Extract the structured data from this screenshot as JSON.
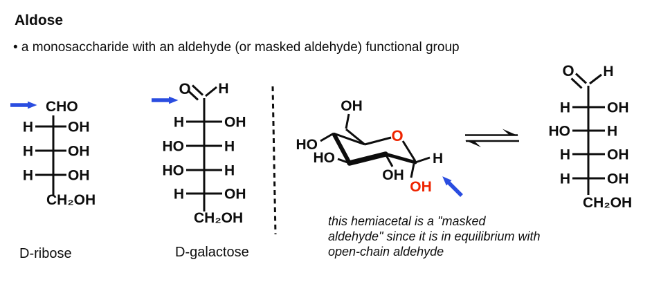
{
  "header": {
    "title": "Aldose",
    "bullet": "• a monosaccharide with an aldehyde (or masked aldehyde) functional group"
  },
  "colors": {
    "arrow_blue": "#2a4de0",
    "hemiacetal_red": "#ee2400",
    "ink": "#0d0d0d"
  },
  "structures": {
    "ribose": {
      "name": "D-ribose",
      "top_group": "CHO",
      "bottom_group": "CH₂OH",
      "rows": [
        {
          "left": "H",
          "right": "OH"
        },
        {
          "left": "H",
          "right": "OH"
        },
        {
          "left": "H",
          "right": "OH"
        }
      ]
    },
    "galactose": {
      "name": "D-galactose",
      "carbonyl_o": "O",
      "carbonyl_h": "H",
      "bottom_group": "CH₂OH",
      "rows": [
        {
          "left": "H",
          "right": "OH"
        },
        {
          "left": "HO",
          "right": "H"
        },
        {
          "left": "HO",
          "right": "H"
        },
        {
          "left": "H",
          "right": "OH"
        }
      ]
    },
    "pyranose_ring": {
      "c6_oh": "OH",
      "c4_ho": "HO",
      "c3_ho": "HO",
      "c2_oh": "OH",
      "ring_o": "O",
      "anomeric_h": "H",
      "anomeric_oh": "OH"
    },
    "open_chain": {
      "carbonyl_o": "O",
      "carbonyl_h": "H",
      "bottom_group": "CH₂OH",
      "rows": [
        {
          "left": "H",
          "right": "OH"
        },
        {
          "left": "HO",
          "right": "H"
        },
        {
          "left": "H",
          "right": "OH"
        },
        {
          "left": "H",
          "right": "OH"
        }
      ]
    }
  },
  "caption": {
    "line1": "this hemiacetal is a \"masked",
    "line2": "aldehyde\" since it is in equilibrium with",
    "line3": "open-chain aldehyde"
  }
}
